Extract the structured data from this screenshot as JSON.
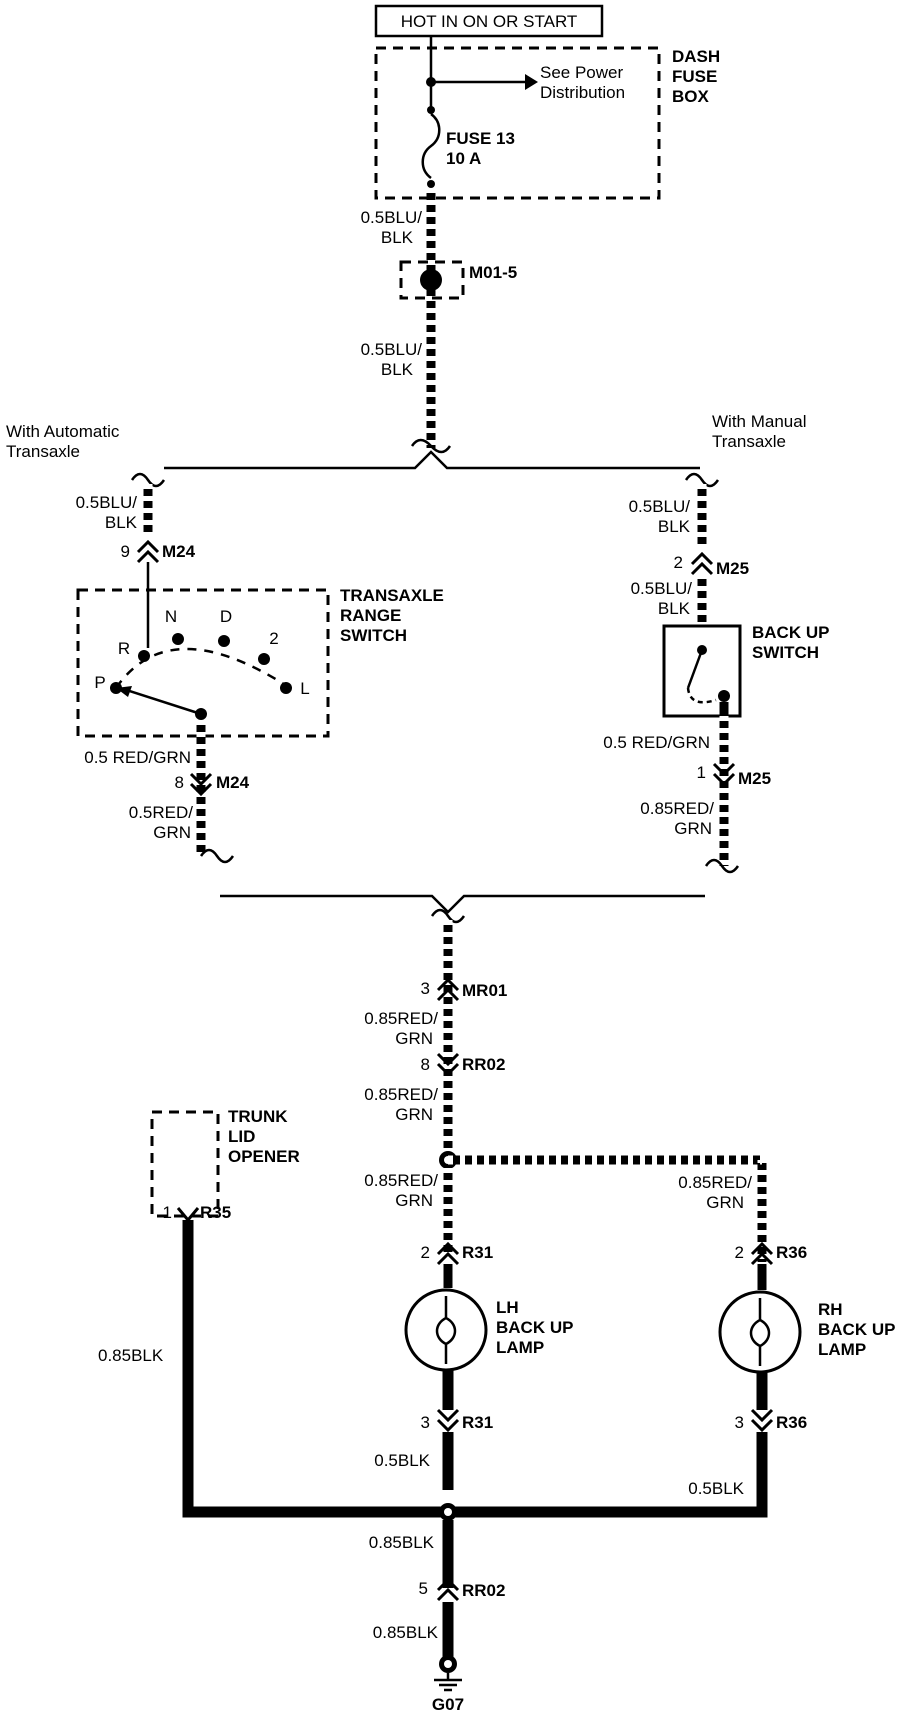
{
  "header": {
    "power_label": "HOT IN ON OR START"
  },
  "fuse_box": {
    "name": [
      "DASH",
      "FUSE",
      "BOX"
    ],
    "see_power": [
      "See Power",
      "Distribution"
    ],
    "fuse": [
      "FUSE 13",
      "10 A"
    ]
  },
  "upper_wire": {
    "color1": [
      "0.5BLU/",
      "BLK"
    ],
    "splice": "M01-5",
    "color2": [
      "0.5BLU/",
      "BLK"
    ]
  },
  "auto_branch": {
    "title": [
      "With Automatic",
      "Transaxle"
    ],
    "wire_in": [
      "0.5BLU/",
      "BLK"
    ],
    "conn_in_pin": "9",
    "conn_in": "M24",
    "switch_name": [
      "TRANSAXLE",
      "RANGE",
      "SWITCH"
    ],
    "positions": [
      "N",
      "D",
      "R",
      "2",
      "P",
      "L"
    ],
    "wire_out": "0.5 RED/GRN",
    "conn_out_pin": "8",
    "conn_out": "M24",
    "wire_out2": [
      "0.5RED/",
      "GRN"
    ]
  },
  "manual_branch": {
    "title": [
      "With Manual",
      "Transaxle"
    ],
    "wire_in": [
      "0.5BLU/",
      "BLK"
    ],
    "conn_in_pin": "2",
    "conn_in": "M25",
    "wire_in2": [
      "0.5BLU/",
      "BLK"
    ],
    "switch_name": [
      "BACK UP",
      "SWITCH"
    ],
    "wire_out": "0.5 RED/GRN",
    "conn_out_pin": "1",
    "conn_out": "M25",
    "wire_out2": [
      "0.85RED/",
      "GRN"
    ]
  },
  "lower_wire": {
    "c1_pin": "3",
    "c1": "MR01",
    "w1": [
      "0.85RED/",
      "GRN"
    ],
    "c2_pin": "8",
    "c2": "RR02",
    "w2": [
      "0.85RED/",
      "GRN"
    ],
    "w3": [
      "0.85RED/",
      "GRN"
    ]
  },
  "trunk": {
    "name": [
      "TRUNK",
      "LID",
      "OPENER"
    ],
    "pin": "1",
    "conn": "R35",
    "wire": "0.85BLK"
  },
  "lh_lamp": {
    "name": [
      "LH",
      "BACK UP",
      "LAMP"
    ],
    "in_pin": "2",
    "in_conn": "R31",
    "out_pin": "3",
    "out_conn": "R31",
    "ground_wire": "0.5BLK"
  },
  "rh_lamp": {
    "name": [
      "RH",
      "BACK UP",
      "LAMP"
    ],
    "wire_in": [
      "0.85RED/",
      "GRN"
    ],
    "in_pin": "2",
    "in_conn": "R36",
    "out_pin": "3",
    "out_conn": "R36",
    "ground_wire": "0.5BLK"
  },
  "ground": {
    "wire1": "0.85BLK",
    "conn_pin": "5",
    "conn": "RR02",
    "wire2": "0.85BLK",
    "name": "G07"
  }
}
